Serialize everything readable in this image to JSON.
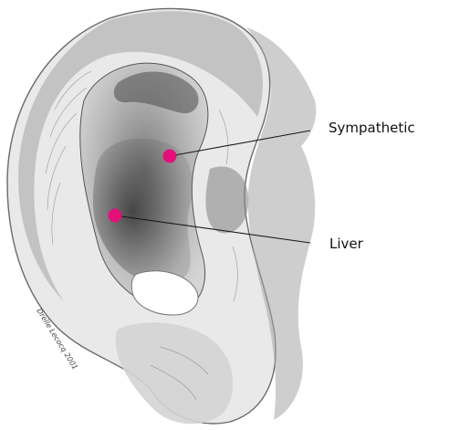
{
  "diagram": {
    "points": [
      {
        "id": "sympathetic",
        "label": "Sympathetic"
      },
      {
        "id": "liver",
        "label": "Liver"
      }
    ],
    "signature": "Drelle Lecocq 2001",
    "colors": {
      "point": "#e3107a",
      "line": "#1a1a1a",
      "ink": "#3a3a3a"
    }
  }
}
